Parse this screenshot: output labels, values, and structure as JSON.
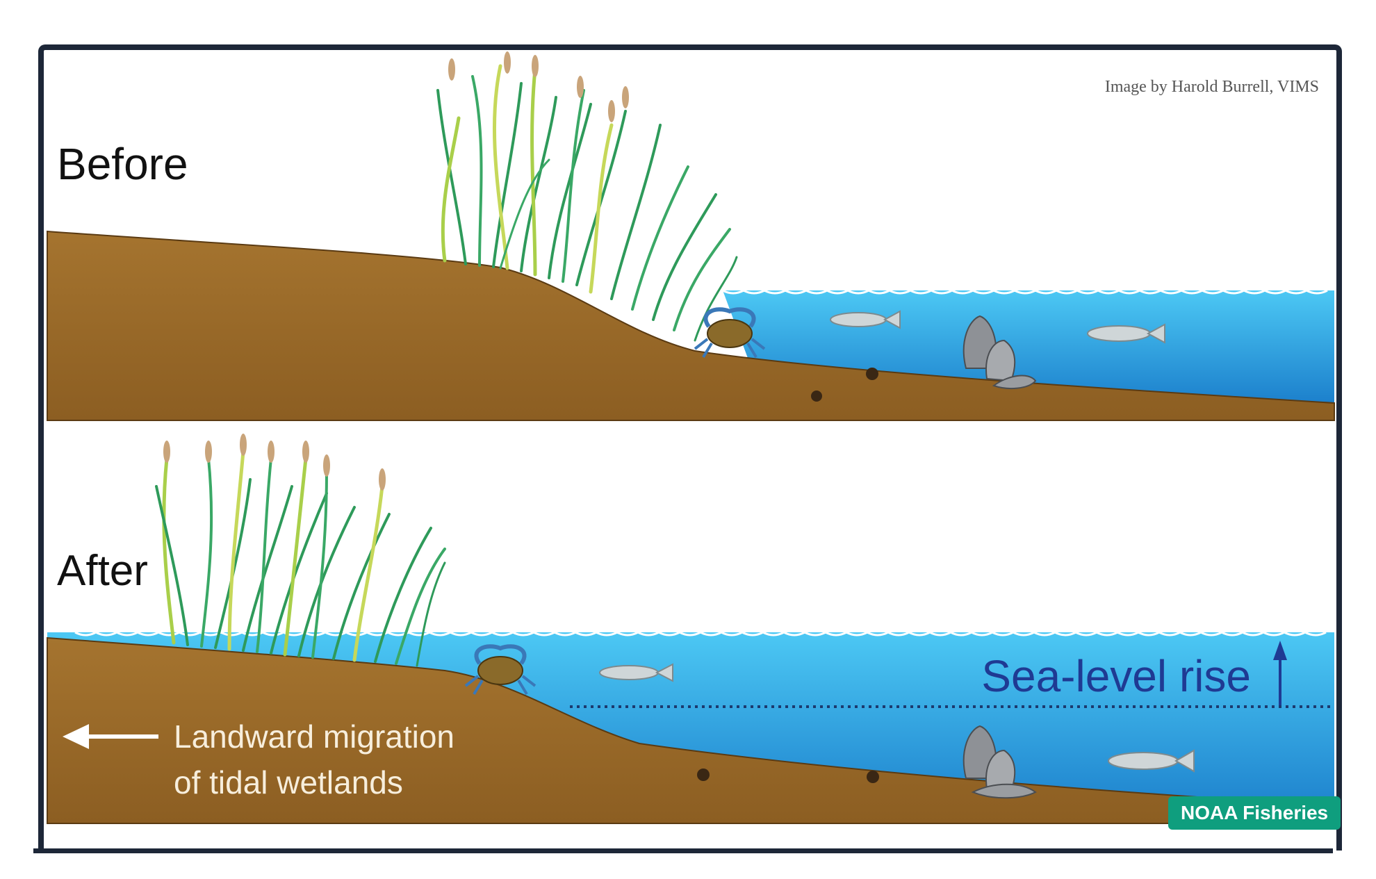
{
  "credit": "Image by Harold Burrell, VIMS",
  "panels": {
    "before": {
      "label": "Before"
    },
    "after": {
      "label": "After"
    }
  },
  "annotations": {
    "sea_level": "Sea-level rise",
    "migration_line1": "Landward migration",
    "migration_line2": "of tidal wetlands"
  },
  "badge": "NOAA Fisheries",
  "colors": {
    "soil": "#9a6a2b",
    "soil_dark": "#7a4f1d",
    "water": "#3fb7ee",
    "water_deep": "#1e86d2",
    "grass": "#2e9a5a",
    "label_blue": "#1f3a93"
  }
}
